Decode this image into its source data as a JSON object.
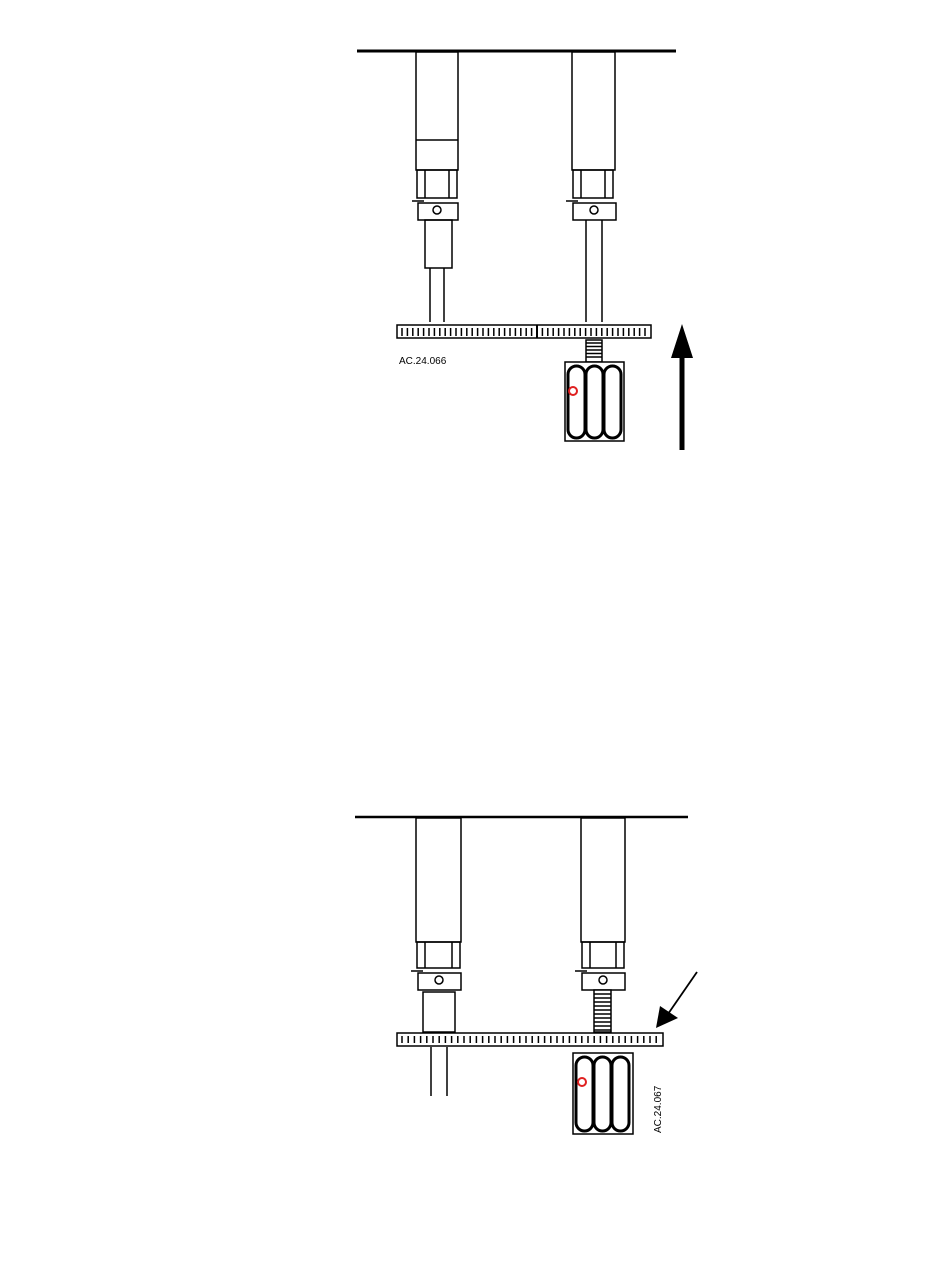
{
  "figure_top": {
    "ref_code": "AC.24.066",
    "arrow": "up",
    "marker_color": "#e02020"
  },
  "figure_bottom": {
    "ref_code": "AC.24.067",
    "arrow": "diagonal-down-left",
    "marker_color": "#e02020"
  }
}
